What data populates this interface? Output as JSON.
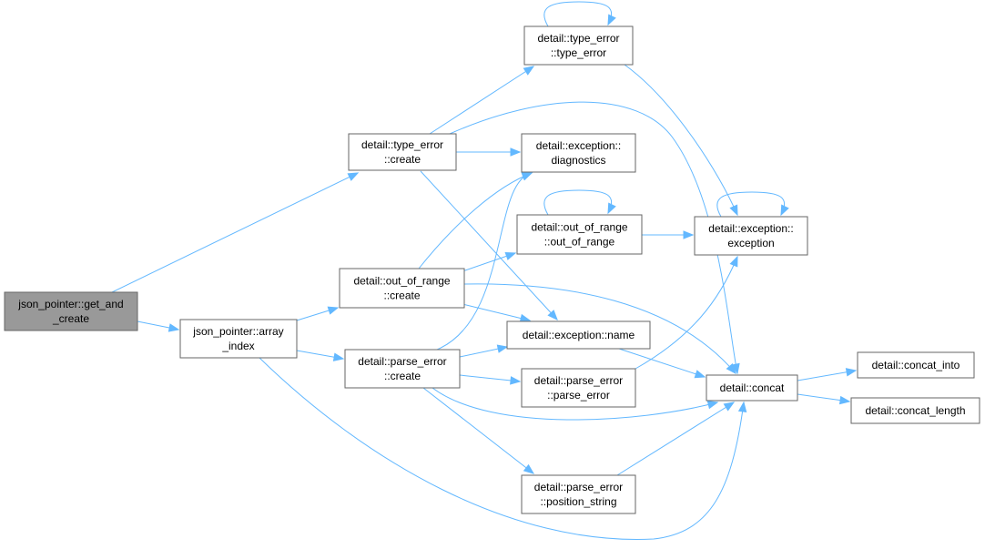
{
  "colors": {
    "edge": "#63b8ff",
    "node_border": "#666666",
    "node_fill": "#ffffff",
    "root_fill": "#999999"
  },
  "diagram": {
    "type": "call-graph",
    "nodes": [
      {
        "id": "get_and_create",
        "lines": [
          "json_pointer::get_and",
          "_create"
        ],
        "root": true
      },
      {
        "id": "array_index",
        "lines": [
          "json_pointer::array",
          "_index"
        ]
      },
      {
        "id": "type_error_create",
        "lines": [
          "detail::type_error",
          "::create"
        ]
      },
      {
        "id": "out_of_range_create",
        "lines": [
          "detail::out_of_range",
          "::create"
        ]
      },
      {
        "id": "parse_error_create",
        "lines": [
          "detail::parse_error",
          "::create"
        ]
      },
      {
        "id": "type_error_ctor",
        "lines": [
          "detail::type_error",
          "::type_error"
        ]
      },
      {
        "id": "diagnostics",
        "lines": [
          "detail::exception::",
          "diagnostics"
        ]
      },
      {
        "id": "out_of_range_ctor",
        "lines": [
          "detail::out_of_range",
          "::out_of_range"
        ]
      },
      {
        "id": "exception_name",
        "lines": [
          "detail::exception::name"
        ]
      },
      {
        "id": "parse_error_ctor",
        "lines": [
          "detail::parse_error",
          "::parse_error"
        ]
      },
      {
        "id": "position_string",
        "lines": [
          "detail::parse_error",
          "::position_string"
        ]
      },
      {
        "id": "exception_ctor",
        "lines": [
          "detail::exception::",
          "exception"
        ]
      },
      {
        "id": "concat",
        "lines": [
          "detail::concat"
        ]
      },
      {
        "id": "concat_into",
        "lines": [
          "detail::concat_into"
        ]
      },
      {
        "id": "concat_length",
        "lines": [
          "detail::concat_length"
        ]
      }
    ],
    "edges": [
      {
        "from": "get_and_create",
        "to": "type_error_create"
      },
      {
        "from": "get_and_create",
        "to": "array_index"
      },
      {
        "from": "array_index",
        "to": "out_of_range_create"
      },
      {
        "from": "array_index",
        "to": "parse_error_create"
      },
      {
        "from": "array_index",
        "to": "concat"
      },
      {
        "from": "type_error_create",
        "to": "type_error_ctor"
      },
      {
        "from": "type_error_create",
        "to": "diagnostics"
      },
      {
        "from": "type_error_create",
        "to": "concat"
      },
      {
        "from": "type_error_create",
        "to": "exception_name"
      },
      {
        "from": "out_of_range_create",
        "to": "diagnostics"
      },
      {
        "from": "out_of_range_create",
        "to": "out_of_range_ctor"
      },
      {
        "from": "out_of_range_create",
        "to": "exception_name"
      },
      {
        "from": "out_of_range_create",
        "to": "concat"
      },
      {
        "from": "parse_error_create",
        "to": "diagnostics"
      },
      {
        "from": "parse_error_create",
        "to": "exception_name"
      },
      {
        "from": "parse_error_create",
        "to": "parse_error_ctor"
      },
      {
        "from": "parse_error_create",
        "to": "concat"
      },
      {
        "from": "parse_error_create",
        "to": "position_string"
      },
      {
        "from": "type_error_ctor",
        "to": "type_error_ctor"
      },
      {
        "from": "type_error_ctor",
        "to": "exception_ctor"
      },
      {
        "from": "out_of_range_ctor",
        "to": "out_of_range_ctor"
      },
      {
        "from": "out_of_range_ctor",
        "to": "exception_ctor"
      },
      {
        "from": "parse_error_ctor",
        "to": "exception_ctor"
      },
      {
        "from": "exception_ctor",
        "to": "exception_ctor"
      },
      {
        "from": "exception_name",
        "to": "concat"
      },
      {
        "from": "position_string",
        "to": "concat"
      },
      {
        "from": "concat",
        "to": "concat_into"
      },
      {
        "from": "concat",
        "to": "concat_length"
      }
    ]
  }
}
